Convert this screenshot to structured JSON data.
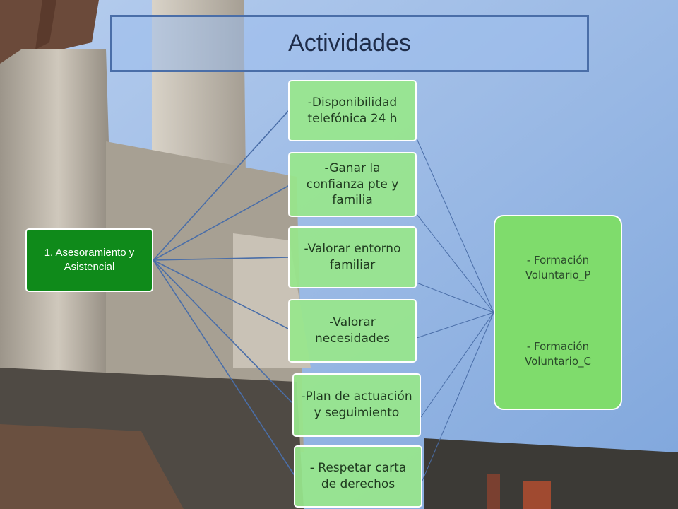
{
  "title": "Actividades",
  "main_node": "1.  Asesoramiento y Asistencial",
  "activities": [
    "-Disponibilidad telefónica 24 h",
    "-Ganar la confianza pte y familia",
    "-Valorar entorno familiar",
    "-Valorar necesidades",
    "-Plan de actuación y seguimiento",
    "- Respetar carta de derechos"
  ],
  "outcomes": [
    "- Formación Voluntario_P",
    "- Formación Voluntario_C"
  ],
  "colors": {
    "main_node": "#0f8a1a",
    "activity": "#98e68c",
    "outcome": "#7fdc6c",
    "connector": "#4a6ea8",
    "sky": "#8fb4e6"
  }
}
